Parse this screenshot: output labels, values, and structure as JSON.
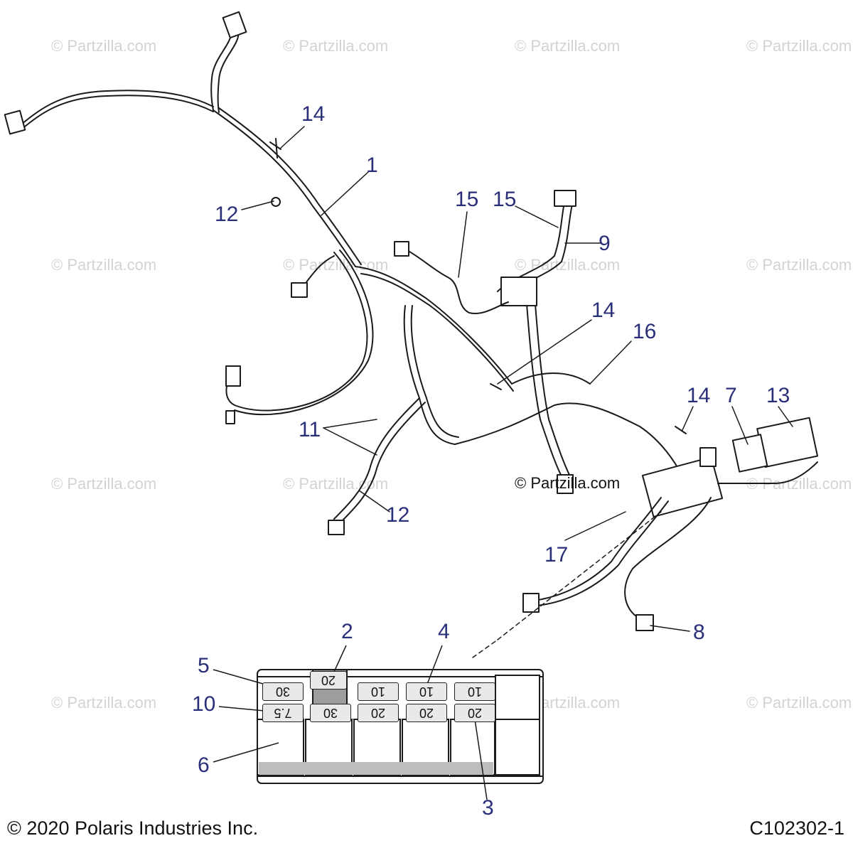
{
  "watermark_text": "© Partzilla.com",
  "center_watermark_text": "© Partzilla.com",
  "copyright": "© 2020 Polaris Industries Inc.",
  "diagram_code": "C102302-1",
  "callouts": {
    "c1": "1",
    "c2": "2",
    "c3": "3",
    "c4": "4",
    "c5": "5",
    "c6": "6",
    "c7": "7",
    "c8": "8",
    "c9": "9",
    "c10": "10",
    "c11": "11",
    "c12a": "12",
    "c12b": "12",
    "c13": "13",
    "c14a": "14",
    "c14b": "14",
    "c14c": "14",
    "c15a": "15",
    "c15b": "15",
    "c16": "16",
    "c17": "17"
  },
  "fuses": {
    "top": [
      "30",
      "20",
      "10",
      "10",
      "10"
    ],
    "bottom": [
      "7.5",
      "30",
      "20",
      "20",
      "20"
    ]
  },
  "colors": {
    "callout": "#2a2f7a",
    "watermark": "#d3d3d3",
    "line": "#1a1a1a"
  }
}
